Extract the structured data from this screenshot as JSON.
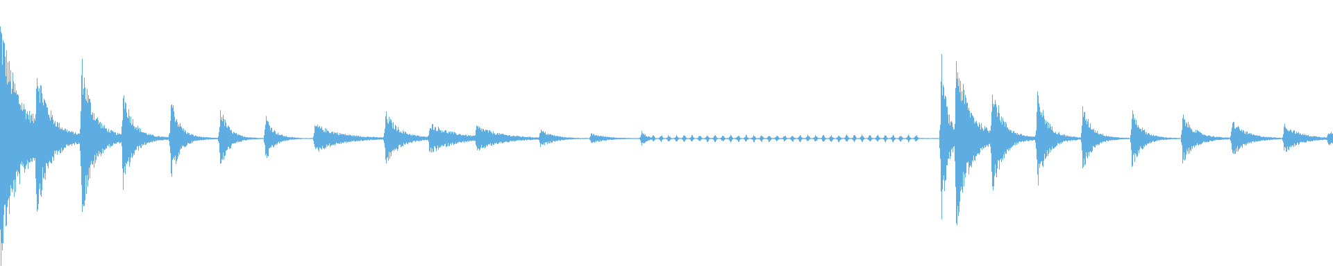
{
  "waveform": {
    "color": "#5DADE2",
    "background": "#FFFFFF",
    "bursts": [
      {
        "t": 0.0,
        "amp": 0.84,
        "decay": 0.012,
        "tail": 0.14
      },
      {
        "t": 0.027,
        "amp": 0.56,
        "decay": 0.009,
        "tail": 0.1
      },
      {
        "t": 0.061,
        "amp": 0.58,
        "decay": 0.008,
        "tail": 0.09
      },
      {
        "t": 0.092,
        "amp": 0.38,
        "decay": 0.007,
        "tail": 0.07
      },
      {
        "t": 0.128,
        "amp": 0.32,
        "decay": 0.006,
        "tail": 0.06
      },
      {
        "t": 0.165,
        "amp": 0.24,
        "decay": 0.006,
        "tail": 0.05
      },
      {
        "t": 0.199,
        "amp": 0.18,
        "decay": 0.006,
        "tail": 0.05
      },
      {
        "t": 0.236,
        "amp": 0.11,
        "decay": 0.018,
        "tail": 0.05
      },
      {
        "t": 0.289,
        "amp": 0.2,
        "decay": 0.01,
        "tail": 0.05
      },
      {
        "t": 0.322,
        "amp": 0.12,
        "decay": 0.018,
        "tail": 0.04
      },
      {
        "t": 0.357,
        "amp": 0.1,
        "decay": 0.018,
        "tail": 0.04
      },
      {
        "t": 0.405,
        "amp": 0.07,
        "decay": 0.01,
        "tail": 0.03
      },
      {
        "t": 0.443,
        "amp": 0.04,
        "decay": 0.012,
        "tail": 0.02
      },
      {
        "t": 0.481,
        "amp": 0.06,
        "decay": 0.004,
        "tail": 0.02
      },
      {
        "t": 0.706,
        "amp": 0.6,
        "decay": 0.004,
        "tail": 0.1
      },
      {
        "t": 0.717,
        "amp": 0.62,
        "decay": 0.009,
        "tail": 0.1
      },
      {
        "t": 0.744,
        "amp": 0.44,
        "decay": 0.007,
        "tail": 0.07
      },
      {
        "t": 0.778,
        "amp": 0.36,
        "decay": 0.007,
        "tail": 0.06
      },
      {
        "t": 0.812,
        "amp": 0.24,
        "decay": 0.007,
        "tail": 0.05
      },
      {
        "t": 0.849,
        "amp": 0.22,
        "decay": 0.007,
        "tail": 0.05
      },
      {
        "t": 0.887,
        "amp": 0.18,
        "decay": 0.009,
        "tail": 0.05
      },
      {
        "t": 0.924,
        "amp": 0.14,
        "decay": 0.01,
        "tail": 0.05
      },
      {
        "t": 0.963,
        "amp": 0.11,
        "decay": 0.012,
        "tail": 0.04
      },
      {
        "t": 0.996,
        "amp": 0.06,
        "decay": 0.012,
        "tail": 0.02
      }
    ],
    "ticks": {
      "start": 0.487,
      "end": 0.69,
      "spacing": 0.0058,
      "amp": 0.025
    }
  }
}
